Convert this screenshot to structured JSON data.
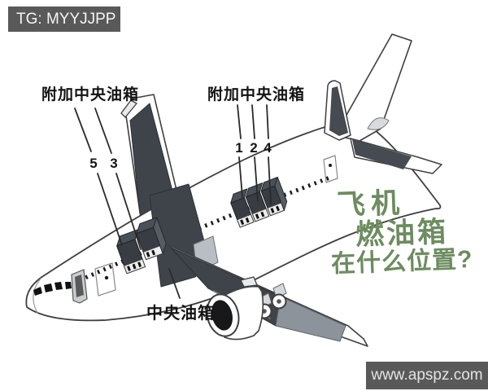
{
  "watermarks": {
    "top_left": "TG: MYYJJPP",
    "bottom_right": "www.apspz.com",
    "badge_background": "#595959"
  },
  "callout_labels": {
    "left_aux_center_tank": "附加中央油箱",
    "right_aux_center_tank": "附加中央油箱",
    "center_tank": "中央油箱"
  },
  "callout_numbers": {
    "left": [
      "5",
      "3"
    ],
    "right": [
      "1",
      "2",
      "4"
    ]
  },
  "question_text": {
    "line1": "飞机",
    "line2": "燃油箱",
    "line3": "在什么位置?",
    "color": "#6d8c60"
  },
  "diagram": {
    "subject": "wide-body airliner in three-quarter view with shaded fuel tank locations in wings, center wing box, cargo-hold auxiliary tanks and tail trim tank",
    "colors": {
      "outline": "#3f3f3f",
      "tank_dark": "#3f444b",
      "tank_box_dark": "#383d44",
      "tank_mid": "#8d939b",
      "tank_light": "#b9bec4",
      "fuselage": "#ffffff",
      "window_dots": "#1c1c1c"
    }
  }
}
